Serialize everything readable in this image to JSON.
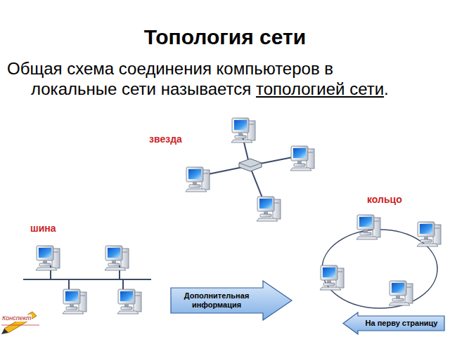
{
  "diagram": {
    "title": "Топология сети",
    "nodes": [
      {
        "text": [
          "Дополнительная информация"
        ]
      },
      {
        "text": [
          "На перву страницу"
        ]
      }
    ],
    "labels": [
      "Общая схема соединения компьютеров в локальные сети называется",
      "топологией сети",
      ".",
      "звезда",
      "кольцо",
      "шина",
      "Конспект"
    ]
  }
}
